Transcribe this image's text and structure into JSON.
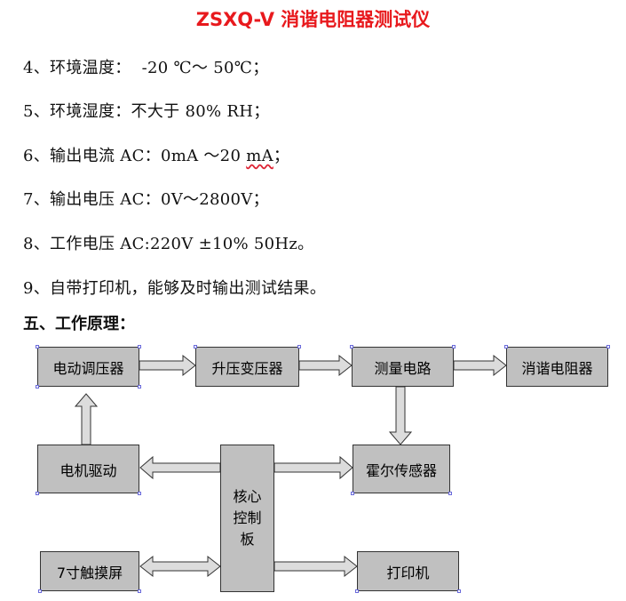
{
  "title": "ZSXQ-V 消谐电阻器测试仪",
  "specs": [
    {
      "text": "4、环境温度：  -20 ℃～ 50℃；"
    },
    {
      "text": "5、环境湿度：不大于 80% RH；"
    },
    {
      "text_pre": "6、输出电流 AC：0mA ～20 ",
      "text_wavy": "mA",
      "text_post": "；"
    },
    {
      "text": "7、输出电压 AC：0V～2800V；"
    },
    {
      "text": "8、工作电压 AC:220V ±10% 50Hz。"
    },
    {
      "text": "9、自带打印机，能够及时输出测试结果。"
    }
  ],
  "section_title": "五、工作原理：",
  "diagram": {
    "blocks": {
      "motor_regulator": "电动调压器",
      "step_up_transformer": "升压变压器",
      "measurement_circuit": "测量电路",
      "resistor": "消谐电阻器",
      "motor_drive": "电机驱动",
      "hall_sensor": "霍尔传感器",
      "core_board": [
        "核心",
        "控制",
        "板"
      ],
      "touchscreen": "7寸触摸屏",
      "printer": "打印机"
    },
    "colors": {
      "block_fill": "#c0c0c0",
      "arrow_fill": "#dcdcdc",
      "title": "#e8191d"
    }
  }
}
